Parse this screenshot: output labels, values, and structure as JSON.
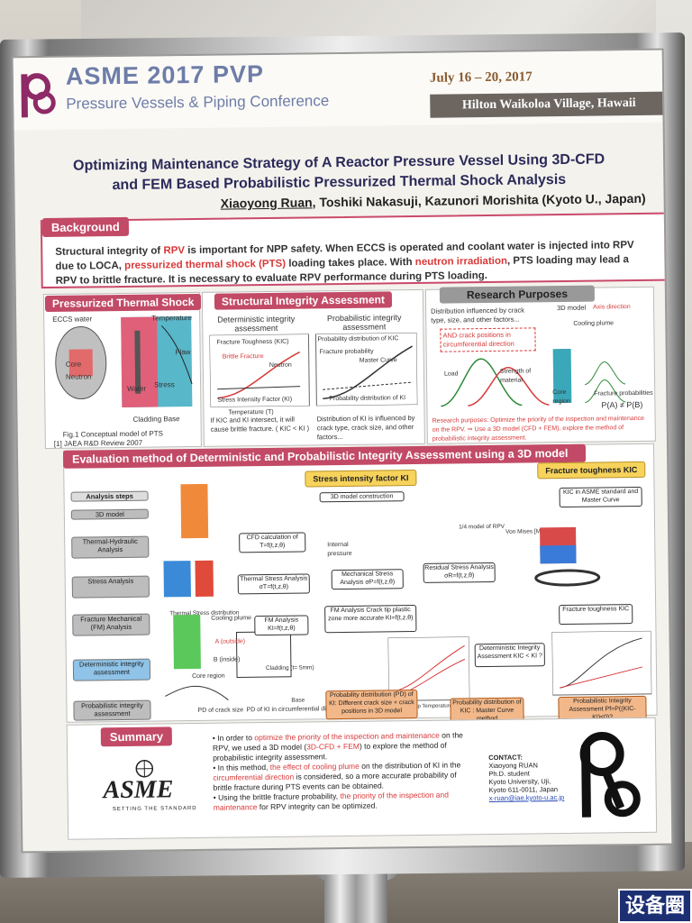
{
  "conference": {
    "title": "ASME 2017 PVP",
    "subtitle": "Pressure Vessels & Piping Conference",
    "dates": "July 16 – 20, 2017",
    "venue": "Hilton Waikoloa Village, Hawaii"
  },
  "poster": {
    "title_line1": "Optimizing Maintenance Strategy of A Reactor Pressure Vessel Using 3D-CFD",
    "title_line2": "and FEM Based Probabilistic Pressurized Thermal Shock Analysis",
    "author1": "Xiaoyong Ruan",
    "authors_rest": ", Toshiki Nakasuji, Kazunori Morishita (Kyoto U., Japan)"
  },
  "background": {
    "label": "Background",
    "t1": "Structural integrity of ",
    "t1r": "RPV",
    "t2": " is important for NPP safety. When ECCS is operated and coolant water is injected into RPV due to LOCA, ",
    "t2r": "pressurized thermal shock (PTS)",
    "t3": " loading takes place. With ",
    "t3r": "neutron irradiation",
    "t4": ", PTS loading may lead a RPV to brittle fracture. It is necessary to evaluate RPV performance during PTS loading."
  },
  "pts": {
    "label": "Pressurized Thermal Shock",
    "eccs": "ECCS water",
    "temperature": "Temperature",
    "flaw": "Flaw",
    "core": "Core",
    "neutron": "Neutron",
    "water": "Water",
    "stress": "Stress",
    "cladding_base": "Cladding  Base",
    "caption": "Fig.1 Conceptual model of PTS",
    "ref": "[1]  JAEA R&D Review 2007"
  },
  "sia": {
    "label": "Structural Integrity Assessment",
    "det": "Deterministic integrity assessment",
    "prob": "Probabilistic integrity assessment",
    "fracture_toughness": "Fracture Toughness (KIC)",
    "brittle": "Brittle Fracture",
    "neutron": "Neutron",
    "sif": "Stress Intensity Factor (KI)",
    "temp": "Temperature (T)",
    "det_note": "If KIC and KI intersect, it will cause brittle fracture. ( KIC < KI )",
    "prob_dist_kic": "Probability distribution of KIC",
    "fracture_prob": "Fracture probability",
    "master_curve": "Master Curve",
    "prob_dist_ki": "Probability distribution of KI",
    "prob_note": "Distribution of KI is influenced by crack type, crack size, and other factors..."
  },
  "rp": {
    "label": "Research Purposes",
    "note1": "Distribution influenced by crack type, size, and other factors...",
    "note2": "AND crack positions in circumferential direction",
    "model": "3D model",
    "axis": "Axis direction",
    "plume": "Cooling plume",
    "load": "Load",
    "strength": "Strength of material",
    "core": "Core region",
    "fp": "Fracture probabilities",
    "fp_eq": "P(A) ≠ P(B)",
    "purpose": "Research purposes: Optimize the priority of the inspection and maintenance on the RPV.  ⇒  Use a 3D model (CFD + FEM), explore the method of probabilistic integrity assessment."
  },
  "eval": {
    "label": "Evaluation method of Deterministic and Probabilistic Integrity Assessment using a 3D model",
    "steps_label": "Analysis steps",
    "steps": [
      "3D model",
      "Thermal-Hydraulic Analysis",
      "Stress Analysis",
      "Fracture Mechanical (FM) Analysis",
      "Deterministic integrity assessment",
      "Probabilistic integrity assessment"
    ],
    "sif_tag": "Stress intensity factor KI",
    "ft_tag": "Fracture toughness KIC",
    "construction": "3D model construction",
    "quarter": "1/4  model of RPV",
    "cfd": "CFD calculation of T=f(t,z,θ)",
    "pressure": "Internal pressure",
    "thermal_stress": "Thermal Stress Analysis σT=f(t,z,θ)",
    "mech_stress": "Mechanical Stress Analysis σP=f(t,z,θ)",
    "resid_stress": "Residual Stress Analysis σR=f(t,z,θ)",
    "kic_src": "KIC in ASME standard and Master Curve",
    "fm": "FM Analysis KI=f(t,z,θ)",
    "fm2": "FM Analysis Crack tip plastic zone more accurate KI=f(t,z,θ)",
    "ftough": "Fracture toughness KIC",
    "det_ia": "Deterministic Integrity Assessment KIC < KI ?",
    "pd_ki": "Probability distribution (PD) of KI: Different crack size + crack positions in 3D model",
    "pd_kic": "Probability distribution of KIC : Master Curve method",
    "prob_ia": "Probabilistic Integrity Assessment Pf=P((KIC-KI)≤0)?",
    "pd_crack": "PD of crack size",
    "pd_ki_circ": "PD of KI in circumferential direction",
    "thermal_dist": "Thermal Stress distribution",
    "core_region": "Core region",
    "plume": "Cooling plume",
    "outside": "A (outside)",
    "inside": "B (inside)",
    "cladding": "Cladding (t= 5mm)",
    "base": "Base",
    "crack_tip_temp": "Crack Tip Temperature (°C)",
    "vonmises": "Von Mises [MPa]"
  },
  "summary": {
    "label": "Summary",
    "b1a": "In order to ",
    "b1r": "optimize the priority of the inspection and maintenance",
    "b1b": " on the RPV, we used a 3D model (",
    "b1r2": "3D-CFD + FEM",
    "b1c": ") to explore the method of probabilistic integrity assessment.",
    "b2a": "In this method, ",
    "b2r": "the effect of cooling plume",
    "b2b": " on the distribution of KI in the ",
    "b2r2": "circumferential direction",
    "b2c": " is considered, so a more accurate probability of brittle fracture during PTS events can be obtained.",
    "b3a": "Using the brittle fracture probability, ",
    "b3r": "the priority of the inspection and maintenance",
    "b3b": " for RPV integrity can be optimized.",
    "contact": "CONTACT:",
    "c_name": "Xiaoyong RUAN",
    "c_role": "Ph.D. student",
    "c_org": "Kyoto University, Uji,",
    "c_addr": "Kyoto 611-0011, Japan",
    "c_mail": "x-ruan@iae.kyoto-u.ac.jp",
    "asme": "ASME",
    "asme_sub": "SETTING THE STANDARD"
  },
  "watermark": "设备圈"
}
